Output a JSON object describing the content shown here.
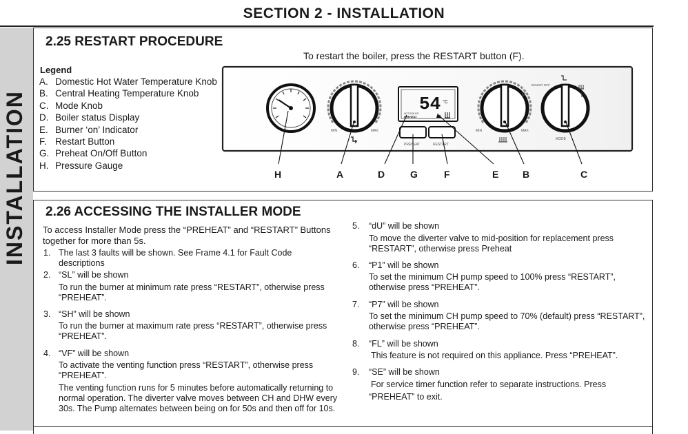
{
  "section_title": "SECTION 2 - INSTALLATION",
  "side_tab": "INSTALLATION",
  "s225": {
    "title": "2.25 RESTART PROCEDURE",
    "intro": "To restart the boiler, press the RESTART button (F).",
    "legend_title": "Legend",
    "legend": [
      {
        "letter": "A.",
        "text": "Domestic Hot Water Temperature Knob"
      },
      {
        "letter": "B.",
        "text": "Central Heating Temperature Knob"
      },
      {
        "letter": "C.",
        "text": "Mode Knob"
      },
      {
        "letter": "D.",
        "text": "Boiler status Display"
      },
      {
        "letter": "E.",
        "text": "Burner ‘on’ Indicator"
      },
      {
        "letter": "F.",
        "text": "Restart Button"
      },
      {
        "letter": "G.",
        "text": "Preheat On/Off Button"
      },
      {
        "letter": "H.",
        "text": "Pressure Gauge"
      }
    ],
    "panel": {
      "display_value": "54",
      "display_unit": "°C",
      "display_status": "PREHEAT",
      "display_small": "NOT BOILER",
      "preheat_label": "PREHEAT",
      "restart_label": "RESTART",
      "min_label": "MIN",
      "max_label": "MAX",
      "boiler_off_label": "BOILER OFF",
      "mode_label": "MODE",
      "e_label": "e"
    },
    "callouts": [
      "H",
      "A",
      "D",
      "G",
      "F",
      "E",
      "B",
      "C"
    ]
  },
  "s226": {
    "title": "2.26 ACCESSING THE INSTALLER MODE",
    "intro_1": "To access Installer Mode press the “PREHEAT” and “RESTART” Buttons",
    "intro_2": "together for more than 5s.",
    "items": [
      {
        "num": "1.",
        "lines": [
          "The last 3 faults will be shown. See Frame 4.1 for Fault Code",
          "descriptions"
        ]
      },
      {
        "num": "2.",
        "lines": [
          "“SL” will be shown",
          "To run the burner at minimum rate press “RESTART”, otherwise press",
          "“PREHEAT”."
        ]
      },
      {
        "num": "3.",
        "lines": [
          "“SH” will be shown",
          "To run the burner at maximum rate press “RESTART”, otherwise press",
          "“PREHEAT”."
        ]
      },
      {
        "num": "4.",
        "lines": [
          "“VF” will be shown",
          "To activate the venting function press “RESTART”, otherwise press",
          "“PREHEAT”.",
          "The venting function runs for 5 minutes before automatically returning to",
          "normal operation. The diverter valve moves between CH and DHW every",
          "30s. The Pump alternates between being on for 50s and then off for 10s."
        ]
      },
      {
        "num": "5.",
        "lines": [
          "“dU” will be shown",
          "To move the diverter valve to mid-position for replacement press",
          "“RESTART”, otherwise press Preheat"
        ]
      },
      {
        "num": "6.",
        "lines": [
          "“P1” will be shown",
          "To set the minimum CH pump speed to 100% press “RESTART”,",
          "otherwise press “PREHEAT”."
        ]
      },
      {
        "num": "7.",
        "lines": [
          "“P7” will be shown",
          "To set the minimum CH pump speed to 70% (default) press “RESTART”,",
          "otherwise press “PREHEAT”."
        ]
      },
      {
        "num": "8.",
        "lines": [
          "“FL” will be shown",
          "This feature is not required on this appliance. Press “PREHEAT”."
        ]
      },
      {
        "num": "9.",
        "lines": [
          "“SE” will be shown",
          "For service timer function refer to separate instructions. Press",
          "“PREHEAT” to exit."
        ]
      }
    ]
  }
}
